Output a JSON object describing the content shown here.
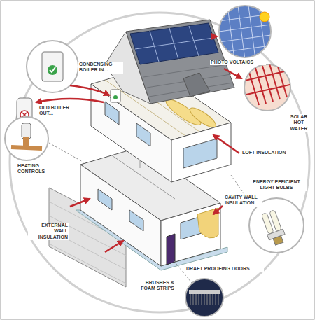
{
  "diagram": {
    "labels": [
      "CONDENSING BOILER IN...",
      "OLD BOILER OUT...",
      "HEATING CONTROLS",
      "PHOTO VOLTAICS",
      "SOLAR HOT WATER",
      "LOFT INSULATION",
      "ENERGY EFFICIENT LIGHT BULBS",
      "CAVITY WALL INSULATION",
      "EXTERNAL WALL INSULATION",
      "DRAFT PROOFING DOORS",
      "BRUSHES & FOAM STRIPS"
    ]
  }
}
